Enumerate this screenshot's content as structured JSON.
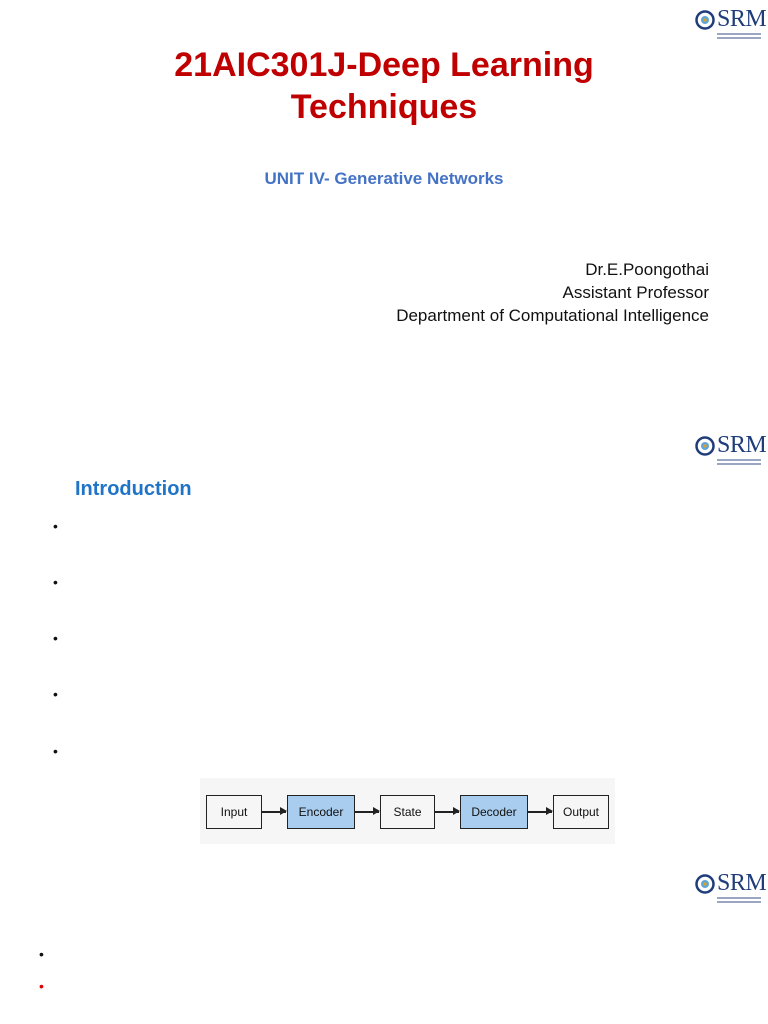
{
  "logo": {
    "text": "SRM"
  },
  "slide1": {
    "title_line1": "21AIC301J-Deep Learning",
    "title_line2": "Techniques",
    "subtitle": "UNIT IV- Generative Networks",
    "author": {
      "name": "Dr.E.Poongothai",
      "role": "Assistant Professor",
      "department": "Department of Computational Intelligence"
    }
  },
  "slide2": {
    "heading": "Introduction",
    "bullet_count": 5,
    "diagram": {
      "boxes": [
        {
          "label": "Input",
          "highlighted": false
        },
        {
          "label": "Encoder",
          "highlighted": true
        },
        {
          "label": "State",
          "highlighted": false
        },
        {
          "label": "Decoder",
          "highlighted": true
        },
        {
          "label": "Output",
          "highlighted": false
        }
      ],
      "highlight_color": "#a9cdef"
    }
  },
  "slide3": {
    "bullet_colors": [
      "#111111",
      "#e00000"
    ]
  },
  "colors": {
    "title": "#c00000",
    "subtitle": "#4472c4",
    "heading": "#1f74c8",
    "logo": "#1f3d7a"
  }
}
